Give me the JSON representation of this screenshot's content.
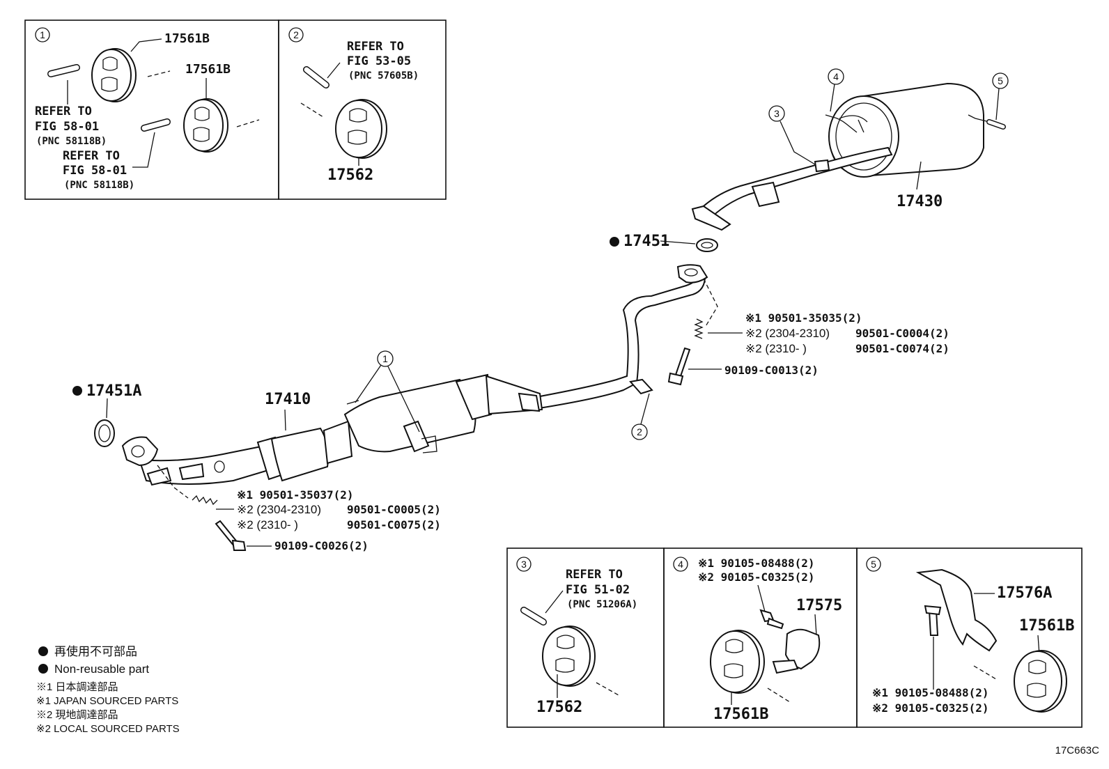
{
  "diagram_code": "17C663C",
  "parts": {
    "p17561B": "17561B",
    "p17562": "17562",
    "p17430": "17430",
    "p17451": "17451",
    "p17451A": "17451A",
    "p17410": "17410",
    "p17575": "17575",
    "p17576A": "17576A"
  },
  "refs": {
    "refer_to": "REFER TO",
    "fig_58_01": "FIG 58-01",
    "pnc_58118B": "(PNC 58118B)",
    "fig_53_05": "FIG 53-05",
    "pnc_57605B": "(PNC 57605B)",
    "fig_51_02": "FIG 51-02",
    "pnc_51206A": "(PNC 51206A)"
  },
  "callouts": {
    "c1": "1",
    "c2": "2",
    "c3": "3",
    "c4": "4",
    "c5": "5"
  },
  "fasteners": {
    "rear_n1": "※1 90501-35035(2)",
    "rear_n2a_range": "※2 (2304-2310)",
    "rear_n2a_pn": "90501-C0004(2)",
    "rear_n2b_range": "※2 (2310-     )",
    "rear_n2b_pn": "90501-C0074(2)",
    "rear_bolt": "90109-C0013(2)",
    "front_n1": "※1 90501-35037(2)",
    "front_n2a_range": "※2 (2304-2310)",
    "front_n2a_pn": "90501-C0005(2)",
    "front_n2b_range": "※2 (2310-     )",
    "front_n2b_pn": "90501-C0075(2)",
    "front_bolt": "90109-C0026(2)",
    "bolt1": "※1 90105-08488(2)",
    "bolt2": "※2 90105-C0325(2)"
  },
  "legend": {
    "nonreuse_jp": "再使用不可部品",
    "nonreuse_en": "Non-reusable part",
    "n1_jp": "※1  日本調達部品",
    "n1_en": "※1  JAPAN SOURCED PARTS",
    "n2_jp": "※2  現地調達部品",
    "n2_en": "※2  LOCAL SOURCED PARTS"
  }
}
